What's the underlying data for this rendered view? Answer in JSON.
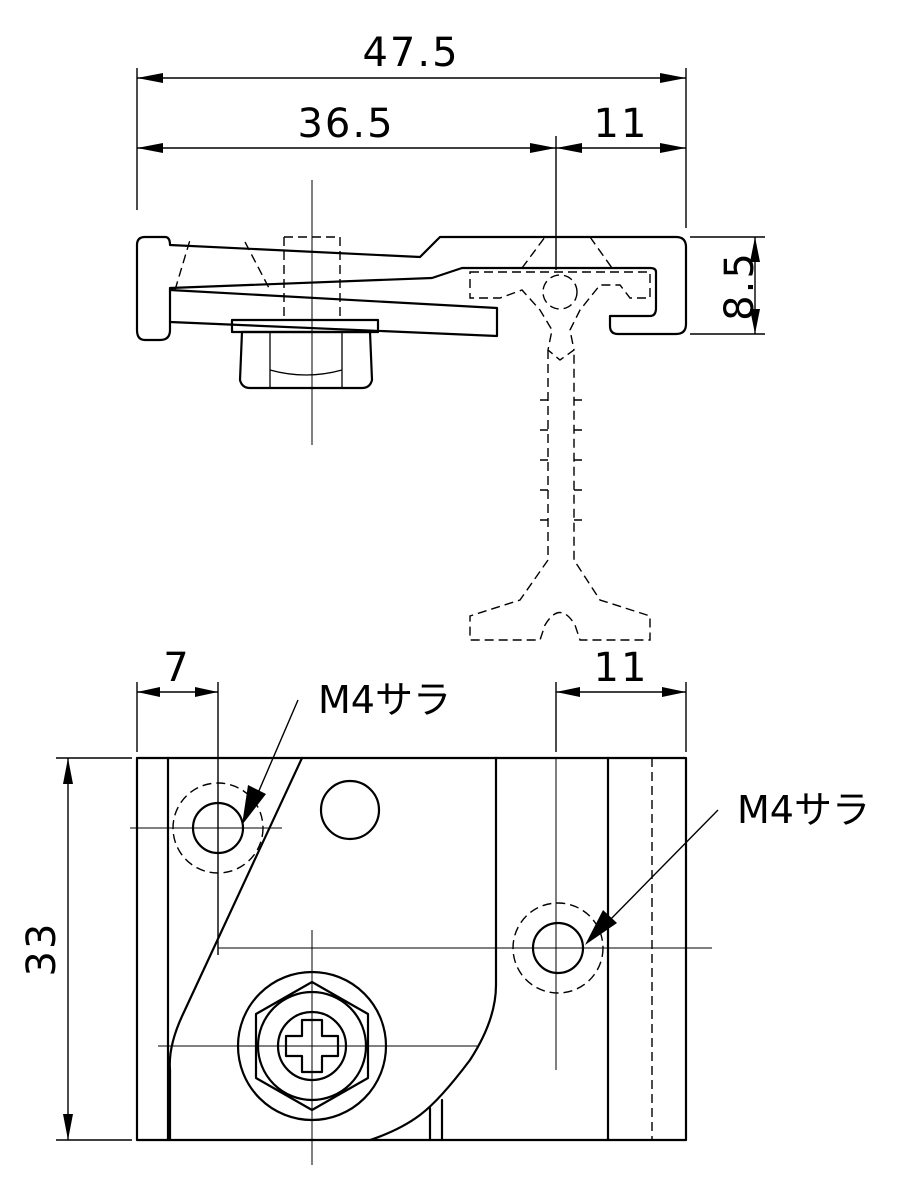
{
  "dimensions": {
    "overall_width": "47.5",
    "body_width": "36.5",
    "offset_right": "11",
    "height": "8.5",
    "hole_offset_left": "7",
    "hole_offset_right": "11",
    "plate_height": "33"
  },
  "callouts": {
    "left_hole": "M4サラ",
    "right_hole": "M4サラ"
  }
}
